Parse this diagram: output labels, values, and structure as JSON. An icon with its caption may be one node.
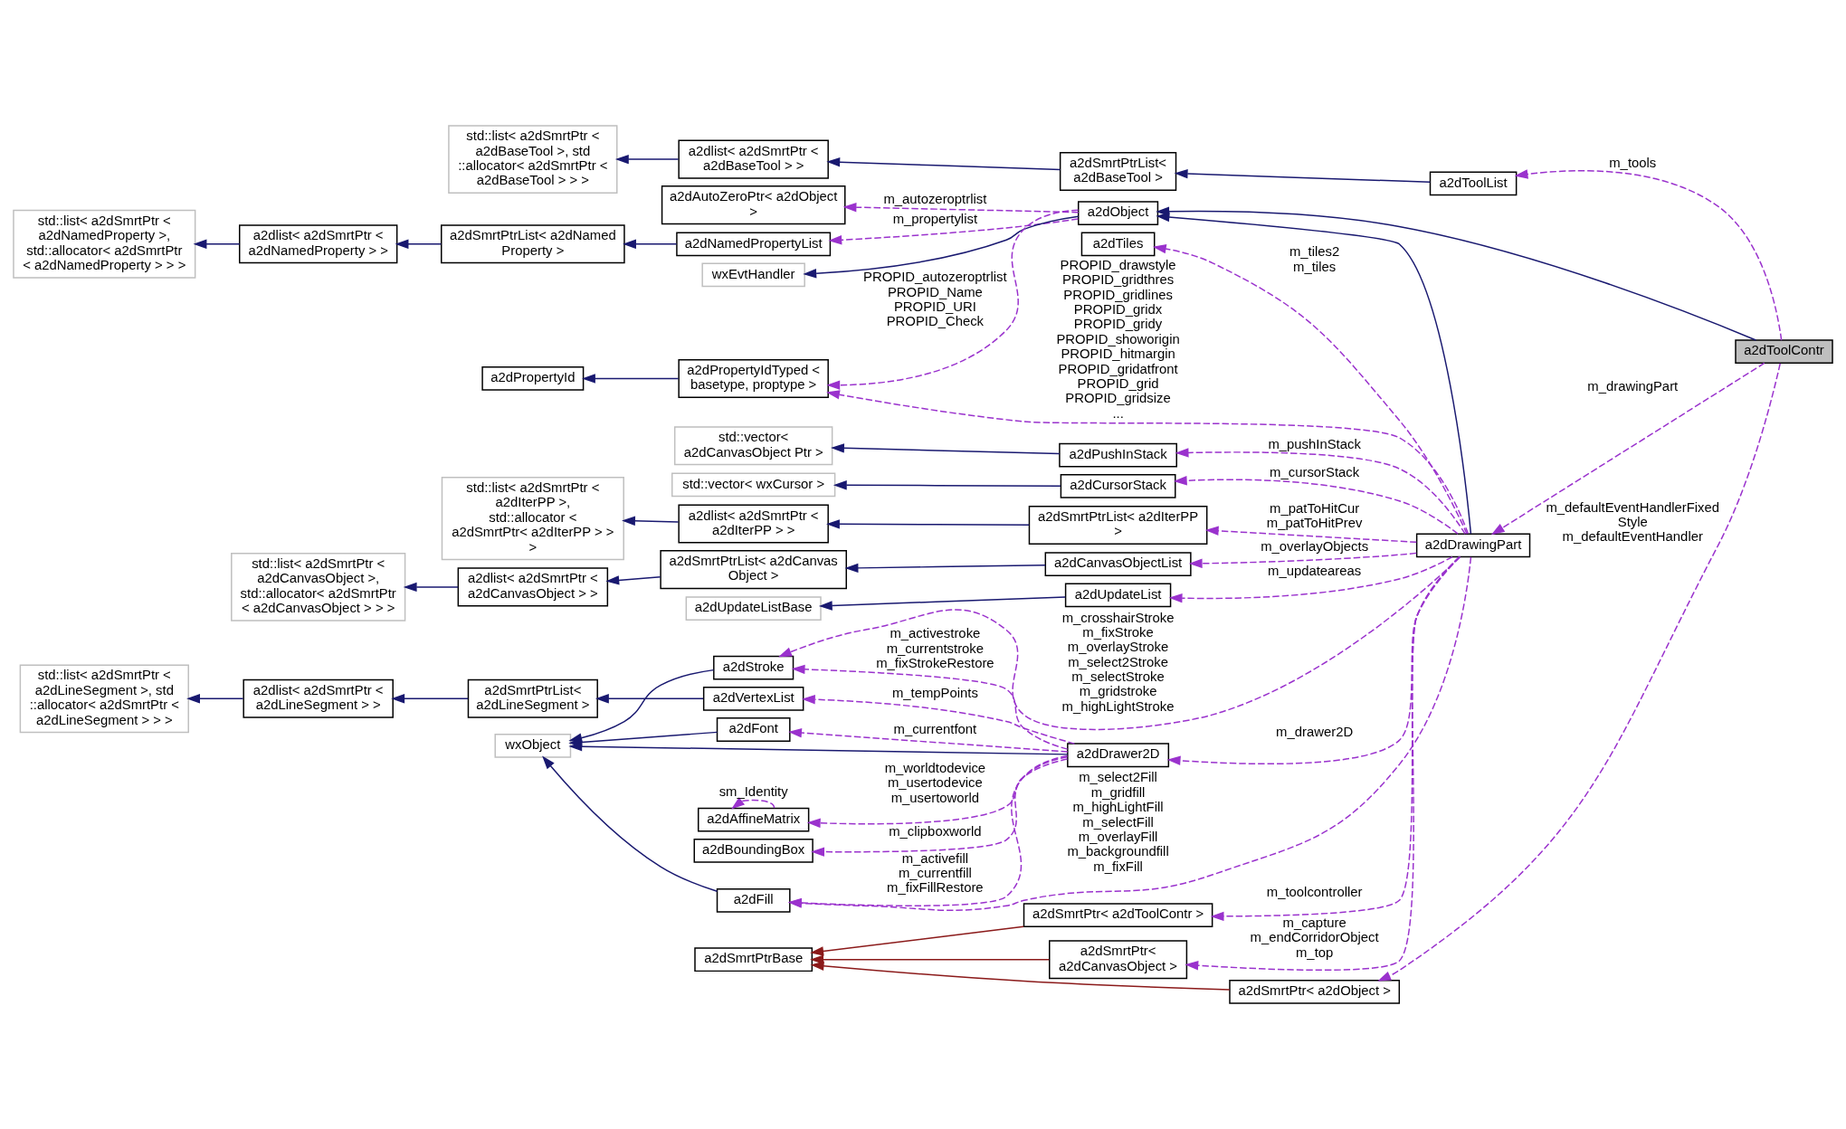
{
  "diagram": {
    "nodes": [
      {
        "text": [
          "std::list< a2dSmrtPtr < a2dBaseTool >, std ::allocator< a2dSmrtPtr < a2dBaseTool > > >"
        ]
      },
      {
        "text": [
          "a2dlist< a2dSmrtPtr < a2dBaseTool > >"
        ]
      },
      {
        "text": [
          "a2dSmrtPtrList< a2dBaseTool >"
        ]
      },
      {
        "text": [
          "a2dToolList"
        ]
      },
      {
        "text": [
          "a2dAutoZeroPtr< a2dObject >"
        ]
      },
      {
        "text": [
          "a2dObject"
        ]
      },
      {
        "text": [
          "std::list< a2dSmrtPtr < a2dNamedProperty >, std::allocator< a2dSmrtPtr < a2dNamedProperty > > >"
        ]
      },
      {
        "text": [
          "a2dlist< a2dSmrtPtr < a2dNamedProperty > >"
        ]
      },
      {
        "text": [
          "a2dSmrtPtrList< a2dNamed Property >"
        ]
      },
      {
        "text": [
          "a2dNamedPropertyList"
        ]
      },
      {
        "text": [
          "wxEvtHandler"
        ]
      },
      {
        "text": [
          "a2dTiles"
        ]
      },
      {
        "text": [
          "a2dToolContr"
        ]
      },
      {
        "text": [
          "a2dPropertyId"
        ]
      },
      {
        "text": [
          "a2dPropertyIdTyped < basetype, proptype >"
        ]
      },
      {
        "text": [
          "std::vector< a2dCanvasObject Ptr >"
        ]
      },
      {
        "text": [
          "a2dPushInStack"
        ]
      },
      {
        "text": [
          "std::vector< wxCursor >"
        ]
      },
      {
        "text": [
          "a2dCursorStack"
        ]
      },
      {
        "text": [
          "std::list< a2dSmrtPtr < a2dIterPP >, std::allocator < a2dSmrtPtr< a2dIterPP > > >"
        ]
      },
      {
        "text": [
          "a2dlist< a2dSmrtPtr < a2dIterPP > >"
        ]
      },
      {
        "text": [
          "a2dSmrtPtrList< a2dIterPP >"
        ]
      },
      {
        "text": [
          "a2dDrawingPart"
        ]
      },
      {
        "text": [
          "std::list< a2dSmrtPtr < a2dCanvasObject >, std::allocator< a2dSmrtPtr < a2dCanvasObject > > >"
        ]
      },
      {
        "text": [
          "a2dlist< a2dSmrtPtr < a2dCanvasObject > >"
        ]
      },
      {
        "text": [
          "a2dSmrtPtrList< a2dCanvas Object >"
        ]
      },
      {
        "text": [
          "a2dCanvasObjectList"
        ]
      },
      {
        "text": [
          "a2dUpdateListBase"
        ]
      },
      {
        "text": [
          "a2dUpdateList"
        ]
      },
      {
        "text": [
          "std::list< a2dSmrtPtr < a2dLineSegment >, std ::allocator< a2dSmrtPtr < a2dLineSegment > > >"
        ]
      },
      {
        "text": [
          "a2dlist< a2dSmrtPtr < a2dLineSegment > >"
        ]
      },
      {
        "text": [
          "a2dSmrtPtrList< a2dLineSegment >"
        ]
      },
      {
        "text": [
          "a2dVertexList"
        ]
      },
      {
        "text": [
          "a2dStroke"
        ]
      },
      {
        "text": [
          "a2dFont"
        ]
      },
      {
        "text": [
          "wxObject"
        ]
      },
      {
        "text": [
          "a2dDrawer2D"
        ]
      },
      {
        "text": [
          "a2dAffineMatrix"
        ]
      },
      {
        "text": [
          "a2dBoundingBox"
        ]
      },
      {
        "text": [
          "a2dFill"
        ]
      },
      {
        "text": [
          "a2dSmrtPtr< a2dToolContr >"
        ]
      },
      {
        "text": [
          "a2dSmrtPtrBase"
        ]
      },
      {
        "text": [
          "a2dSmrtPtr< a2dCanvasObject >"
        ]
      },
      {
        "text": [
          "a2dSmrtPtr< a2dObject >"
        ]
      }
    ],
    "edges": [
      {
        "from": 1,
        "to": 0,
        "arrow": "to"
      },
      {
        "from": 2,
        "to": 1,
        "arrow": "to"
      },
      {
        "from": 3,
        "to": 2,
        "arrow": "to"
      },
      {
        "from": 12,
        "to": 3,
        "arrow": "to",
        "label": "m_tools",
        "style": "dashed",
        "color": "#9a32cd"
      },
      {
        "from": 5,
        "to": 4,
        "arrow": "to",
        "label": "m_autozeroptrlist",
        "style": "dashed",
        "color": "#9a32cd"
      },
      {
        "from": 12,
        "to": 5,
        "arrow": "to"
      },
      {
        "from": 22,
        "to": 5,
        "arrow": "to"
      },
      {
        "from": 7,
        "to": 6,
        "arrow": "to"
      },
      {
        "from": 8,
        "to": 7,
        "arrow": "to"
      },
      {
        "from": 9,
        "to": 8,
        "arrow": "to"
      },
      {
        "from": 5,
        "to": 9,
        "arrow": "to",
        "label": "m_propertylist",
        "style": "dashed",
        "color": "#9a32cd"
      },
      {
        "from": 5,
        "to": 10,
        "arrow": "to"
      },
      {
        "from": 22,
        "to": 11,
        "arrow": "to",
        "label": "m_tiles2 m_tiles",
        "style": "dashed",
        "color": "#9a32cd"
      },
      {
        "from": 14,
        "to": 13,
        "arrow": "to"
      },
      {
        "from": 5,
        "to": 14,
        "arrow": "to",
        "label": "PROPID_autozeroptrlist PROPID_Name PROPID_URI PROPID_Check",
        "style": "dashed",
        "color": "#9a32cd"
      },
      {
        "from": 22,
        "to": 14,
        "arrow": "to",
        "label": "PROPID_drawstyle PROPID_gridthres PROPID_gridlines PROPID_gridx PROPID_gridy PROPID_showorigin PROPID_hitmargin PROPID_gridatfront PROPID_grid PROPID_gridsize ...",
        "style": "dashed",
        "color": "#9a32cd"
      },
      {
        "from": 12,
        "to": 22,
        "arrow": "to",
        "label": "m_drawingPart",
        "style": "dashed",
        "color": "#9a32cd"
      },
      {
        "from": 16,
        "to": 15,
        "arrow": "to"
      },
      {
        "from": 22,
        "to": 16,
        "arrow": "to",
        "label": "m_pushInStack",
        "style": "dashed",
        "color": "#9a32cd"
      },
      {
        "from": 18,
        "to": 17,
        "arrow": "to"
      },
      {
        "from": 22,
        "to": 18,
        "arrow": "to",
        "label": "m_cursorStack",
        "style": "dashed",
        "color": "#9a32cd"
      },
      {
        "from": 20,
        "to": 19,
        "arrow": "to"
      },
      {
        "from": 21,
        "to": 20,
        "arrow": "to"
      },
      {
        "from": 22,
        "to": 21,
        "arrow": "to",
        "label": "m_patToHitCur m_patToHitPrev",
        "style": "dashed",
        "color": "#9a32cd"
      },
      {
        "from": 24,
        "to": 23,
        "arrow": "to"
      },
      {
        "from": 25,
        "to": 24,
        "arrow": "to"
      },
      {
        "from": 26,
        "to": 25,
        "arrow": "to"
      },
      {
        "from": 22,
        "to": 26,
        "arrow": "to",
        "label": "m_overlayObjects",
        "style": "dashed",
        "color": "#9a32cd"
      },
      {
        "from": 28,
        "to": 27,
        "arrow": "to"
      },
      {
        "from": 22,
        "to": 28,
        "arrow": "to",
        "label": "m_updateareas",
        "style": "dashed",
        "color": "#9a32cd"
      },
      {
        "from": 30,
        "to": 29,
        "arrow": "to"
      },
      {
        "from": 31,
        "to": 30,
        "arrow": "to"
      },
      {
        "from": 32,
        "to": 31,
        "arrow": "to"
      },
      {
        "from": 36,
        "to": 32,
        "arrow": "to",
        "label": "m_tempPoints",
        "style": "dashed",
        "color": "#9a32cd"
      },
      {
        "from": 22,
        "to": 33,
        "arrow": "to",
        "label": "m_crosshairStroke m_fixStroke m_overlayStroke m_select2Stroke m_selectStroke m_gridstroke m_highLightStroke",
        "style": "dashed",
        "color": "#9a32cd"
      },
      {
        "from": 36,
        "to": 33,
        "arrow": "to",
        "label": "m_activestroke m_currentstroke m_fixStrokeRestore",
        "style": "dashed",
        "color": "#9a32cd"
      },
      {
        "from": 33,
        "to": 35,
        "arrow": "to"
      },
      {
        "from": 36,
        "to": 34,
        "arrow": "to",
        "label": "m_currentfont",
        "style": "dashed",
        "color": "#9a32cd"
      },
      {
        "from": 34,
        "to": 35,
        "arrow": "to"
      },
      {
        "from": 36,
        "to": 35,
        "arrow": "to"
      },
      {
        "from": 39,
        "to": 35,
        "arrow": "to"
      },
      {
        "from": 22,
        "to": 36,
        "arrow": "to",
        "label": "m_drawer2D",
        "style": "dashed",
        "color": "#9a32cd"
      },
      {
        "from": 37,
        "to": 37,
        "arrow": "to",
        "label": "sm_Identity",
        "style": "dashed",
        "color": "#9a32cd"
      },
      {
        "from": 36,
        "to": 37,
        "arrow": "to",
        "label": "m_worldtodevice m_usertodevice m_usertoworld",
        "style": "dashed",
        "color": "#9a32cd"
      },
      {
        "from": 36,
        "to": 38,
        "arrow": "to",
        "label": "m_clipboxworld",
        "style": "dashed",
        "color": "#9a32cd"
      },
      {
        "from": 36,
        "to": 39,
        "arrow": "to",
        "label": "m_activefill m_currentfill m_fixFillRestore",
        "style": "dashed",
        "color": "#9a32cd"
      },
      {
        "from": 22,
        "to": 39,
        "arrow": "to",
        "label": "m_select2Fill m_gridfill m_highLightFill m_selectFill m_overlayFill m_backgroundfill m_fixFill",
        "style": "dashed",
        "color": "#9a32cd"
      },
      {
        "from": 22,
        "to": 40,
        "arrow": "to",
        "label": "m_toolcontroller",
        "style": "dashed",
        "color": "#9a32cd"
      },
      {
        "from": 40,
        "to": 41,
        "arrow": "to",
        "color": "#8b1a1a"
      },
      {
        "from": 22,
        "to": 42,
        "arrow": "to",
        "label": "m_capture m_endCorridorObject m_top",
        "style": "dashed",
        "color": "#9a32cd"
      },
      {
        "from": 42,
        "to": 41,
        "arrow": "to",
        "color": "#8b1a1a"
      },
      {
        "from": 12,
        "to": 43,
        "arrow": "to",
        "label": "m_defaultEventHandlerFixed Style m_defaultEventHandler",
        "style": "dashed",
        "color": "#9a32cd"
      },
      {
        "from": 43,
        "to": 41,
        "arrow": "to",
        "color": "#8b1a1a"
      }
    ]
  }
}
